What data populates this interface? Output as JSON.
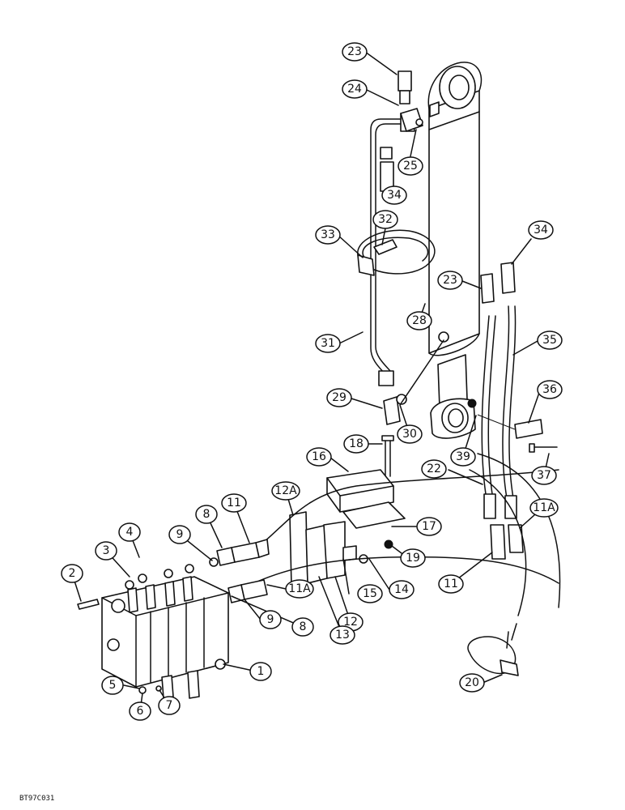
{
  "figure_ref": "BT97C031",
  "callouts": [
    {
      "label": "23"
    },
    {
      "label": "24"
    },
    {
      "label": "25"
    },
    {
      "label": "34"
    },
    {
      "label": "32"
    },
    {
      "label": "33"
    },
    {
      "label": "34"
    },
    {
      "label": "23"
    },
    {
      "label": "28"
    },
    {
      "label": "35"
    },
    {
      "label": "31"
    },
    {
      "label": "36"
    },
    {
      "label": "29"
    },
    {
      "label": "30"
    },
    {
      "label": "18"
    },
    {
      "label": "39"
    },
    {
      "label": "37"
    },
    {
      "label": "16"
    },
    {
      "label": "22"
    },
    {
      "label": "11"
    },
    {
      "label": "12A"
    },
    {
      "label": "8"
    },
    {
      "label": "9"
    },
    {
      "label": "4"
    },
    {
      "label": "17"
    },
    {
      "label": "11A"
    },
    {
      "label": "3"
    },
    {
      "label": "19"
    },
    {
      "label": "2"
    },
    {
      "label": "14"
    },
    {
      "label": "11A"
    },
    {
      "label": "15"
    },
    {
      "label": "11"
    },
    {
      "label": "9"
    },
    {
      "label": "8"
    },
    {
      "label": "12"
    },
    {
      "label": "13"
    },
    {
      "label": "1"
    },
    {
      "label": "20"
    },
    {
      "label": "5"
    },
    {
      "label": "6"
    },
    {
      "label": "7"
    }
  ]
}
